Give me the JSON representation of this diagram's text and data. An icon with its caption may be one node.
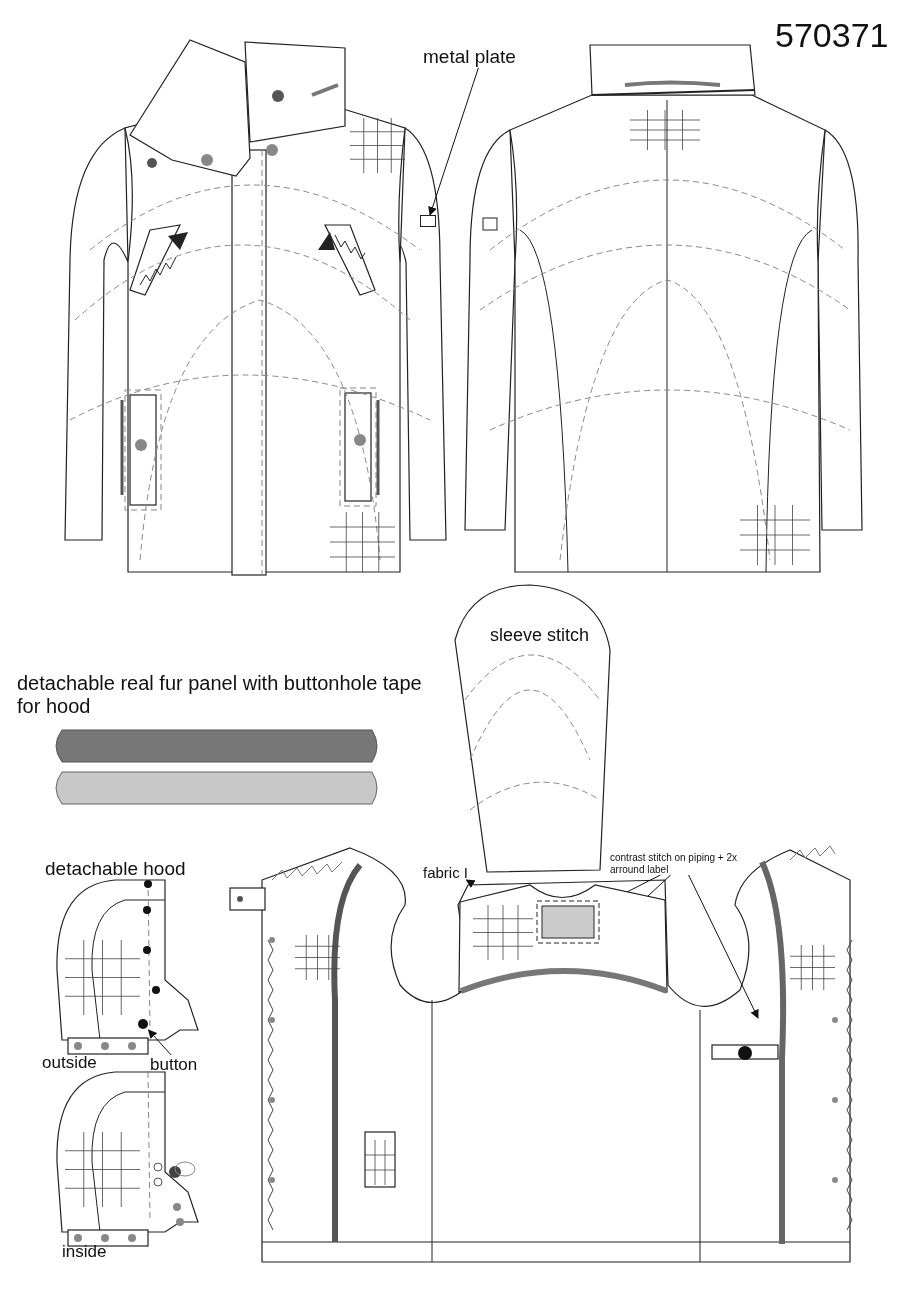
{
  "diagram": {
    "title": "570371",
    "nodes": [
      {
        "text": [
          "metal plate"
        ]
      },
      {
        "text": [],
        "shape": "box"
      },
      {
        "text": [
          "fabric I"
        ]
      },
      {
        "text": [],
        "shape": "box"
      },
      {
        "text": [
          "contrast stitch on piping + 2x arround label"
        ]
      },
      {
        "text": [],
        "shape": "box",
        "in": 3
      },
      {
        "text": [],
        "shape": "bar",
        "in": 3
      },
      {
        "text": [],
        "shape": "bar"
      },
      {
        "text": [
          "button"
        ]
      },
      {
        "text": [],
        "shape": "circle"
      }
    ],
    "edges": [
      {
        "from": 0,
        "to": 1,
        "arrow": "to"
      },
      {
        "from": 2,
        "to": 3,
        "arrow": "to"
      },
      {
        "from": 4,
        "to": 5,
        "arrow": "to"
      },
      {
        "from": 4,
        "to": 6,
        "arrow": "to"
      },
      {
        "from": 4,
        "to": 7,
        "arrow": "to"
      },
      {
        "from": 8,
        "to": 9,
        "arrow": "to"
      }
    ],
    "labels": [
      "sleeve stitch",
      "detachable real fur panel with buttonhole tape for hood",
      "detachable hood",
      "outside",
      "inside"
    ]
  }
}
